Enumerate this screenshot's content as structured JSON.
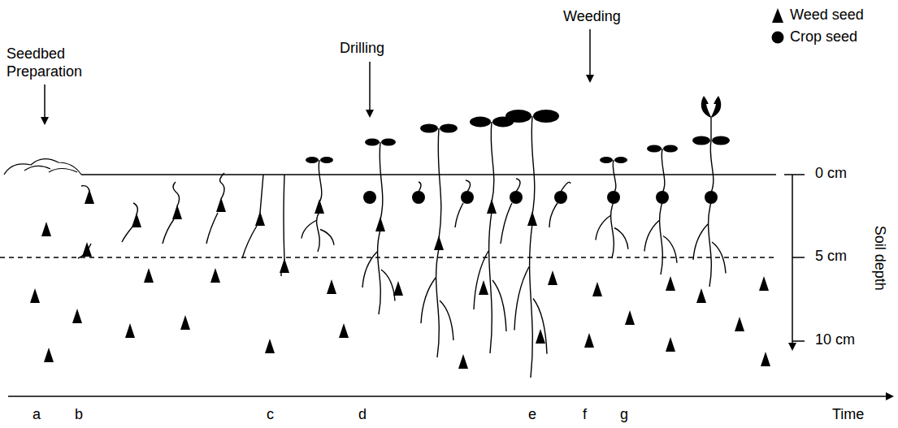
{
  "diagram": {
    "labels": [
      "Seedbed Preparation",
      "Drilling",
      "Weeding",
      "0 cm",
      "5 cm",
      "10 cm",
      "Soil depth",
      "a",
      "b",
      "c",
      "d",
      "e",
      "f",
      "g",
      "Time"
    ],
    "legend": [
      {
        "text": "Weed seed"
      },
      {
        "text": "Crop seed"
      }
    ]
  }
}
